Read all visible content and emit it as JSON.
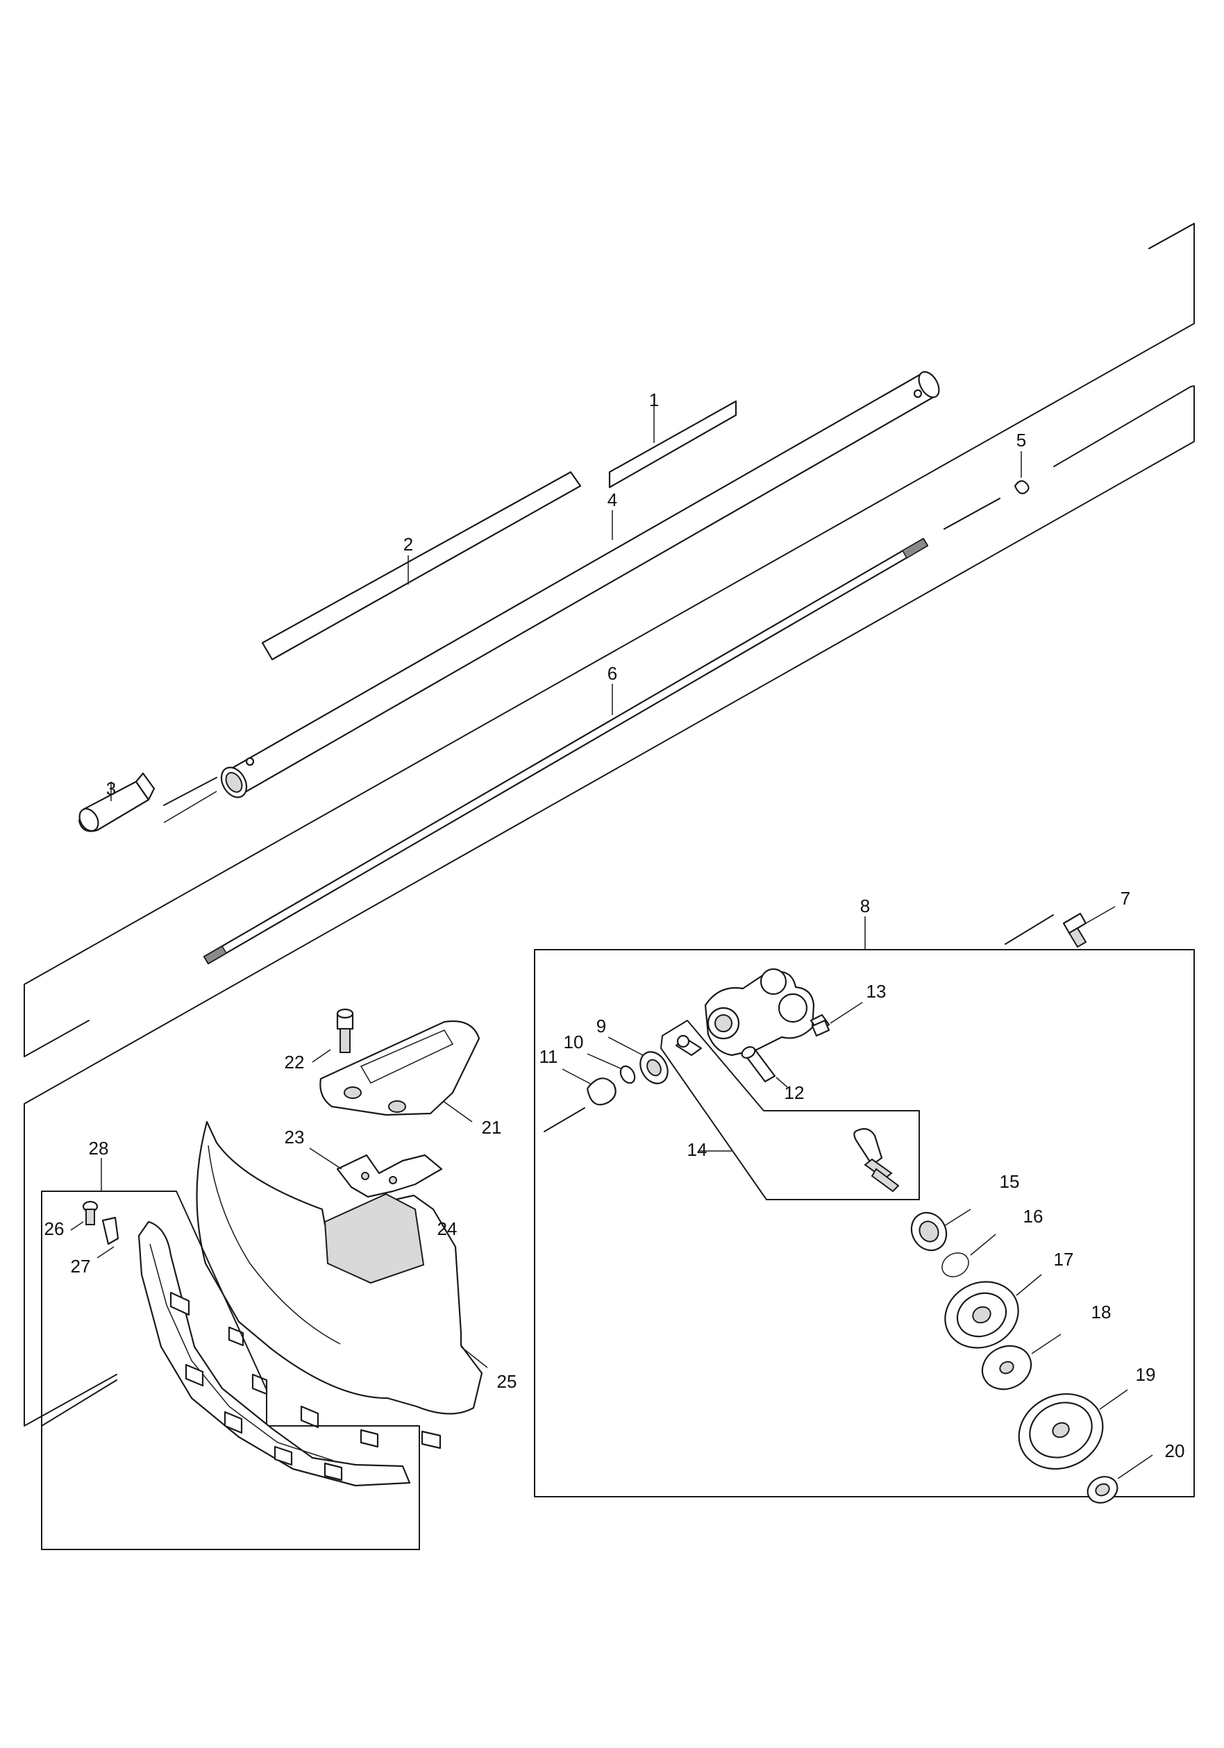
{
  "labels": {
    "p1": "1",
    "p2": "2",
    "p3": "3",
    "p4": "4",
    "p5": "5",
    "p6": "6",
    "p7": "7",
    "p8": "8",
    "p9": "9",
    "p10": "10",
    "p11": "11",
    "p12": "12",
    "p13": "13",
    "p14": "14",
    "p15": "15",
    "p16": "16",
    "p17": "17",
    "p18": "18",
    "p19": "19",
    "p20": "20",
    "p21": "21",
    "p22": "22",
    "p23": "23",
    "p24": "24",
    "p25": "25",
    "p26": "26",
    "p27": "27",
    "p28": "28"
  }
}
